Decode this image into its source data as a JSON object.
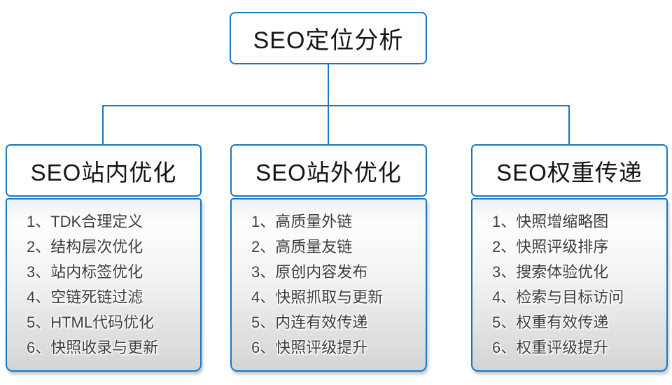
{
  "colors": {
    "accent": "#1878c4"
  },
  "diagram": {
    "root_label": "SEO定位分析",
    "columns": [
      {
        "title": "SEO站内优化",
        "items": [
          "1、TDK合理定义",
          "2、结构层次优化",
          "3、站内标签优化",
          "4、空链死链过滤",
          "5、HTML代码优化",
          "6、快照收录与更新"
        ]
      },
      {
        "title": "SEO站外优化",
        "items": [
          "1、高质量外链",
          "2、高质量友链",
          "3、原创内容发布",
          "4、快照抓取与更新",
          "5、内连有效传递",
          "6、快照评级提升"
        ]
      },
      {
        "title": "SEO权重传递",
        "items": [
          "1、快照增缩略图",
          "2、快照评级排序",
          "3、搜索体验优化",
          "4、检索与目标访问",
          "5、权重有效传递",
          "6、权重评级提升"
        ]
      }
    ]
  }
}
